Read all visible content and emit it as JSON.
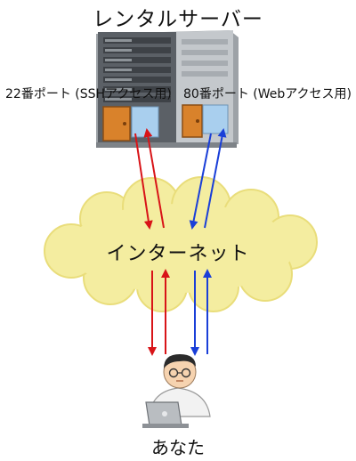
{
  "title": "レンタルサーバー",
  "ports": {
    "ssh": "22番ポート (SSHアクセス用)",
    "web": "80番ポート (Webアクセス用)"
  },
  "network_label": "インターネット",
  "user_label": "あなた",
  "colors": {
    "ssh_arrow": "#d81418",
    "web_arrow": "#1a3fd8",
    "cloud": "#f4eda0",
    "cloud_edge": "#e9dd7a",
    "door": "#d9822b",
    "window": "#a9cfee",
    "server_dark": "#5b6066",
    "server_light": "#c4c8cc"
  },
  "icons": [
    "server-icon",
    "cloud-icon",
    "person-icon",
    "laptop-icon"
  ]
}
